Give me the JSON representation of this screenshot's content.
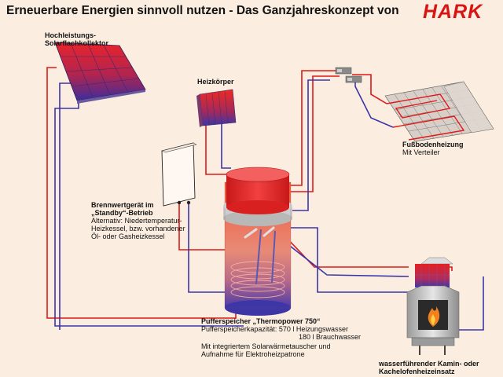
{
  "header": {
    "title": "Erneuerbare Energien sinnvoll nutzen - Das Ganzjahreskonzept von",
    "brand": "HARK"
  },
  "labels": {
    "collector": {
      "title_line1": "Hochleistungs-",
      "title_line2": "Solarflachkollektor"
    },
    "radiator": {
      "title": "Heizkörper"
    },
    "floor_heating": {
      "title": "Fußbodenheizung",
      "sub": "Mit Verteiler"
    },
    "boiler": {
      "title_line1": "Brennwertgerät im",
      "title_line2": "„Standby“-Betrieb",
      "desc_line1": "Alternativ: Niedertemperatur-",
      "desc_line2": "Heizkessel, bzw. vorhandener",
      "desc_line3": "Öl- oder Gasheizkessel"
    },
    "buffer_tank": {
      "title": "Pufferspeicher „Thermopower 750“",
      "capacity_label": "Pufferspeicherkapazität:",
      "heating_water": "570 l Heizungswasser",
      "service_water": "180 l Brauchwasser",
      "desc_line1": "Mit integriertem Solarwärmetauscher und",
      "desc_line2": "Aufnahme für Elektroheizpatrone"
    },
    "fireplace": {
      "title_line1": "wasserführender Kamin- oder",
      "title_line2": "Kachelofenheizeinsatz"
    }
  },
  "colors": {
    "background": "#fbeee0",
    "hot_pipe": "#e01818",
    "cold_pipe": "#3a35a8",
    "brand_red": "#d81414"
  }
}
